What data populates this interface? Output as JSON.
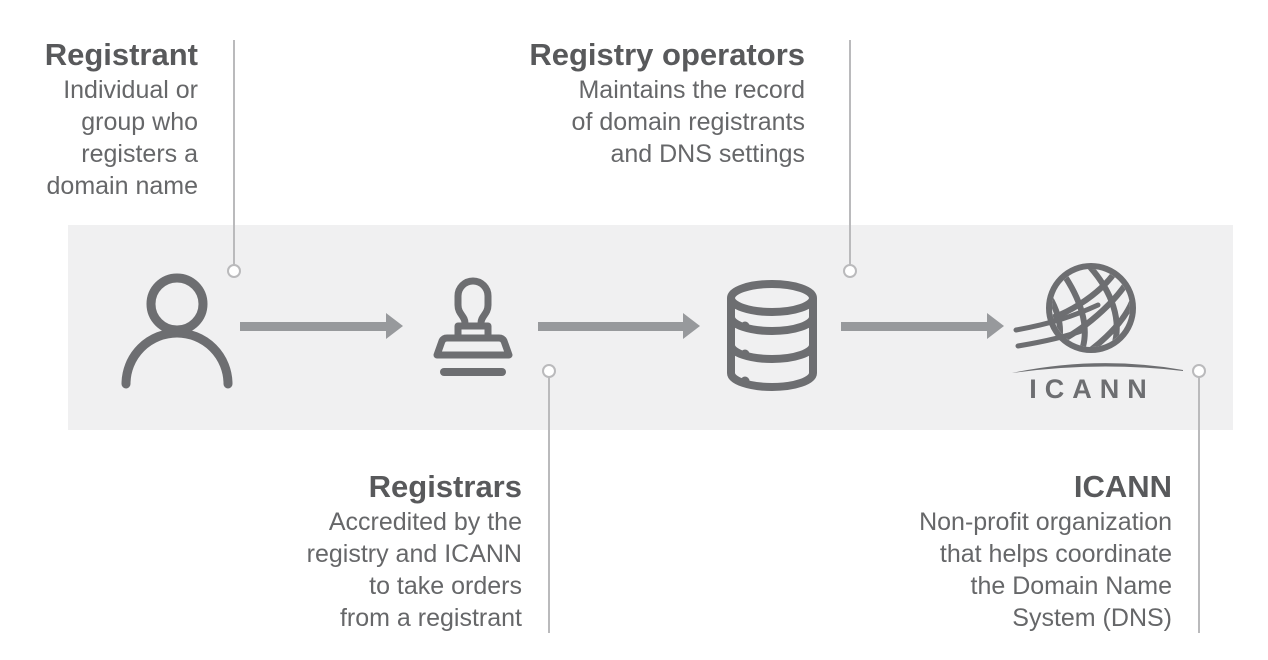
{
  "colors": {
    "band": "#f0f0f1",
    "icon": "#6d6e71",
    "arrow": "#97999c",
    "title_text": "#58595b",
    "body_text": "#666769",
    "leader_line": "#bababc"
  },
  "blocks": {
    "registrant": {
      "title": "Registrant",
      "lines": [
        "Individual or",
        "group who",
        "registers a",
        "domain name"
      ],
      "icon": "person-icon"
    },
    "registrars": {
      "title": "Registrars",
      "lines": [
        "Accredited by the",
        "registry and ICANN",
        "to take orders",
        "from a registrant"
      ],
      "icon": "stamp-icon"
    },
    "registry_operators": {
      "title": "Registry operators",
      "lines": [
        "Maintains the record",
        "of domain registrants",
        "and DNS settings"
      ],
      "icon": "database-icon"
    },
    "icann": {
      "title": "ICANN",
      "lines": [
        "Non-profit organization",
        "that helps coordinate",
        "the Domain Name",
        "System (DNS)"
      ],
      "icon": "icann-logo"
    }
  },
  "logo": {
    "icann_wordmark": "ICANN"
  }
}
